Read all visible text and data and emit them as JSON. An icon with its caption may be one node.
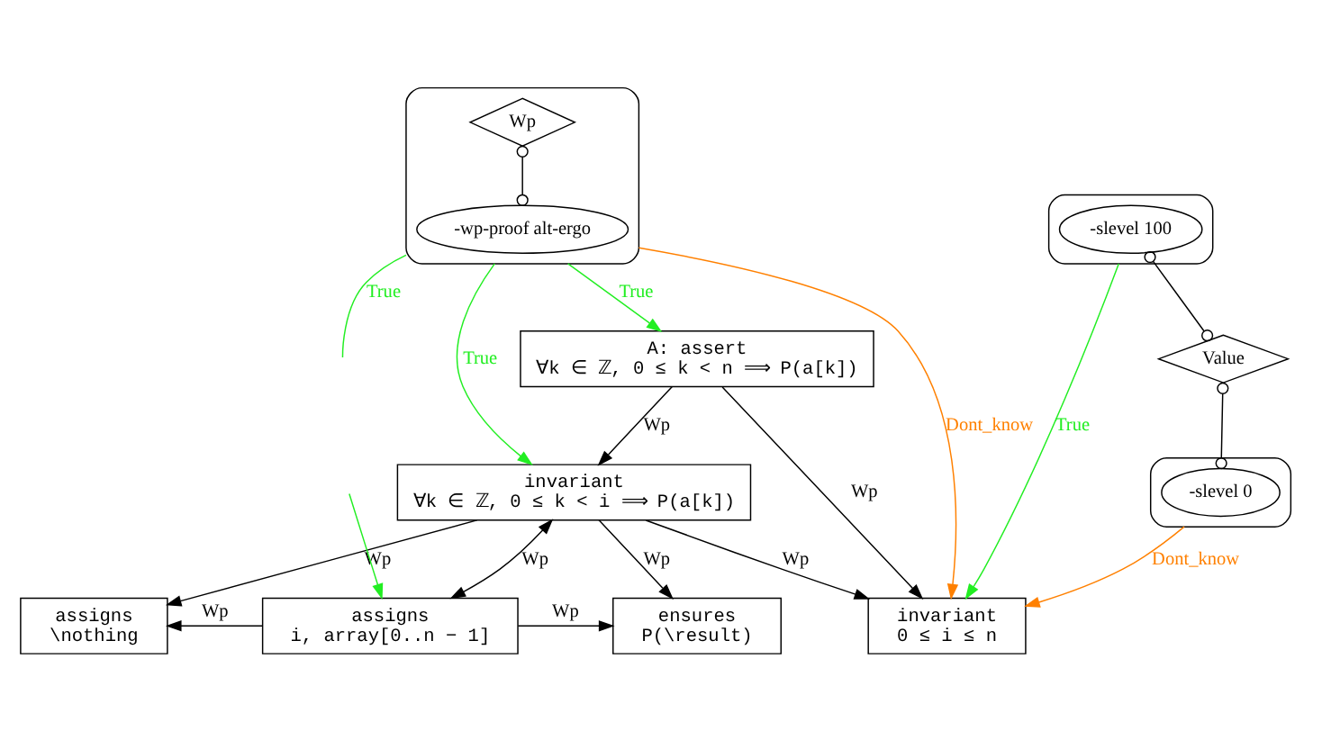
{
  "diagram": {
    "nodes": [
      {
        "text": [],
        "shape": "box"
      },
      {
        "text": [
          "Wp"
        ],
        "in": 0
      },
      {
        "text": [
          "-wp-proof alt-ergo"
        ],
        "in": 0
      },
      {
        "text": [
          "A: assert",
          "∀k ∈ ℤ, 0 ≤ k < n ⟹ P(a[k])"
        ]
      },
      {
        "text": [],
        "shape": "box"
      },
      {
        "text": [
          "-slevel 100"
        ],
        "in": 4
      },
      {
        "text": [],
        "shape": "box"
      },
      {
        "text": [
          "Value"
        ]
      },
      {
        "text": [
          "-slevel 0"
        ],
        "in": 6
      },
      {
        "text": [
          "invariant",
          "∀k ∈ ℤ, 0 ≤ k < i ⟹ P(a[k])"
        ]
      },
      {
        "text": [
          "invariant",
          "0 ≤ i ≤ n"
        ]
      },
      {
        "text": [
          "assigns",
          "\\nothing"
        ]
      },
      {
        "text": [
          "assigns",
          "i, array[0..n − 1]"
        ]
      },
      {
        "text": [
          "ensures",
          "P(\\result)"
        ]
      }
    ],
    "edges": [
      {
        "from": 1,
        "to": 2,
        "arrow": "other"
      },
      {
        "from": 5,
        "to": 7,
        "arrow": "other"
      },
      {
        "from": 7,
        "to": 8,
        "arrow": "other"
      },
      {
        "from": 0,
        "to": 3,
        "arrow": "to",
        "label": "True",
        "color": "#22ee22"
      },
      {
        "from": 0,
        "to": 9,
        "arrow": "to",
        "label": "True",
        "color": "#22ee22"
      },
      {
        "from": 0,
        "to": null,
        "arrow": "none",
        "label": "True",
        "color": "#22ee22"
      },
      {
        "from": 0,
        "to": 10,
        "arrow": "to",
        "label": "Dont_know",
        "color": "#ff8000"
      },
      {
        "from": 4,
        "to": 10,
        "arrow": "to",
        "label": "True",
        "color": "#22ee22"
      },
      {
        "from": 6,
        "to": 10,
        "arrow": "to",
        "label": "Dont_know",
        "color": "#ff8000"
      },
      {
        "from": 3,
        "to": 9,
        "arrow": "to",
        "label": "Wp"
      },
      {
        "from": 3,
        "to": 10,
        "arrow": "to",
        "label": "Wp"
      },
      {
        "from": 9,
        "to": 10,
        "arrow": "to",
        "label": "Wp"
      },
      {
        "from": 9,
        "to": 11,
        "arrow": "to",
        "label": "Wp"
      },
      {
        "from": 9,
        "to": 12,
        "arrow": "both",
        "label": "Wp"
      },
      {
        "from": 9,
        "to": 13,
        "arrow": "to",
        "label": "Wp"
      },
      {
        "from": 12,
        "to": 11,
        "arrow": "to",
        "label": "Wp"
      },
      {
        "from": 12,
        "to": 13,
        "arrow": "to",
        "label": "Wp"
      },
      {
        "from": null,
        "to": 12,
        "arrow": "to",
        "color": "#22ee22"
      }
    ]
  }
}
